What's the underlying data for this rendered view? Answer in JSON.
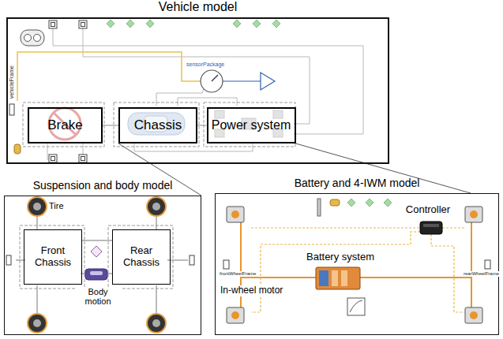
{
  "diagram": {
    "nodes": [
      {
        "text": [
          "Vehicle model"
        ]
      },
      {
        "text": [
          "Brake"
        ],
        "in": 0
      },
      {
        "text": [
          "Chassis"
        ],
        "in": 0
      },
      {
        "text": [
          "Power system"
        ],
        "in": 0
      },
      {
        "text": [
          "Suspension and body model"
        ]
      },
      {
        "text": [
          "Front Chassis"
        ],
        "in": 4
      },
      {
        "text": [
          "Body motion"
        ],
        "in": 4
      },
      {
        "text": [
          "Rear Chassis"
        ],
        "in": 4
      },
      {
        "text": [
          "Battery and 4-IWM model"
        ]
      },
      {
        "text": [
          "Controller"
        ],
        "in": 8
      },
      {
        "text": [
          "Battery system"
        ],
        "in": 8
      }
    ],
    "edges": [
      {
        "from": 1,
        "to": 2,
        "arrow": "none"
      },
      {
        "from": 2,
        "to": 3,
        "arrow": "none"
      },
      {
        "from": 2,
        "to": 4,
        "arrow": "none"
      },
      {
        "from": 3,
        "to": 8,
        "arrow": "none"
      },
      {
        "from": 5,
        "to": 7,
        "arrow": "none"
      }
    ],
    "labels": [
      "sensorPackage",
      "vehicleFrame",
      "Tire",
      "In-wheel motor",
      "frontWheelFrame",
      "rearWheelFrame"
    ]
  }
}
